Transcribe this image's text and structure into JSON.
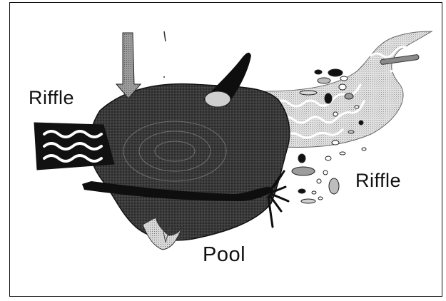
{
  "labels": {
    "riffle_left": "Riffle",
    "riffle_right": "Riffle",
    "pool": "Pool"
  },
  "colors": {
    "pool": "#2c2c2c",
    "riffle_water": "#d6d6d6",
    "trunk": "#0e0e0e",
    "arrow": "#8a8a8a",
    "frame": "#111111"
  }
}
